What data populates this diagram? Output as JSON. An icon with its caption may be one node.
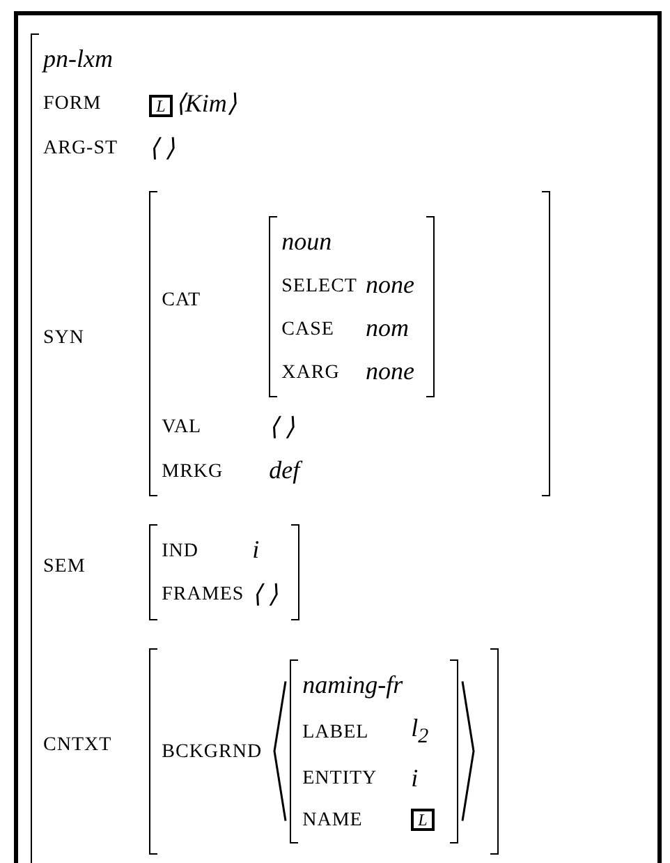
{
  "diagram": {
    "nodes": [
      {
        "text": [
          "L"
        ]
      },
      {
        "text": [
          "L"
        ]
      }
    ],
    "labels": [
      "pn-lxm",
      "FORM",
      "⟨*Kim*⟩",
      "ARG-ST",
      "⟨ ⟩",
      "SYN",
      "CAT",
      "noun",
      "SELECT",
      "none",
      "CASE",
      "nom",
      "XARG",
      "none",
      "VAL",
      "⟨ ⟩",
      "MRKG",
      "def",
      "SEM",
      "IND",
      "i",
      "FRAMES",
      "⟨ ⟩",
      "CNTXT",
      "BCKGRND",
      "naming-fr",
      "LABEL",
      "l$_{2}$",
      "ENTITY",
      "i",
      "NAME"
    ]
  }
}
